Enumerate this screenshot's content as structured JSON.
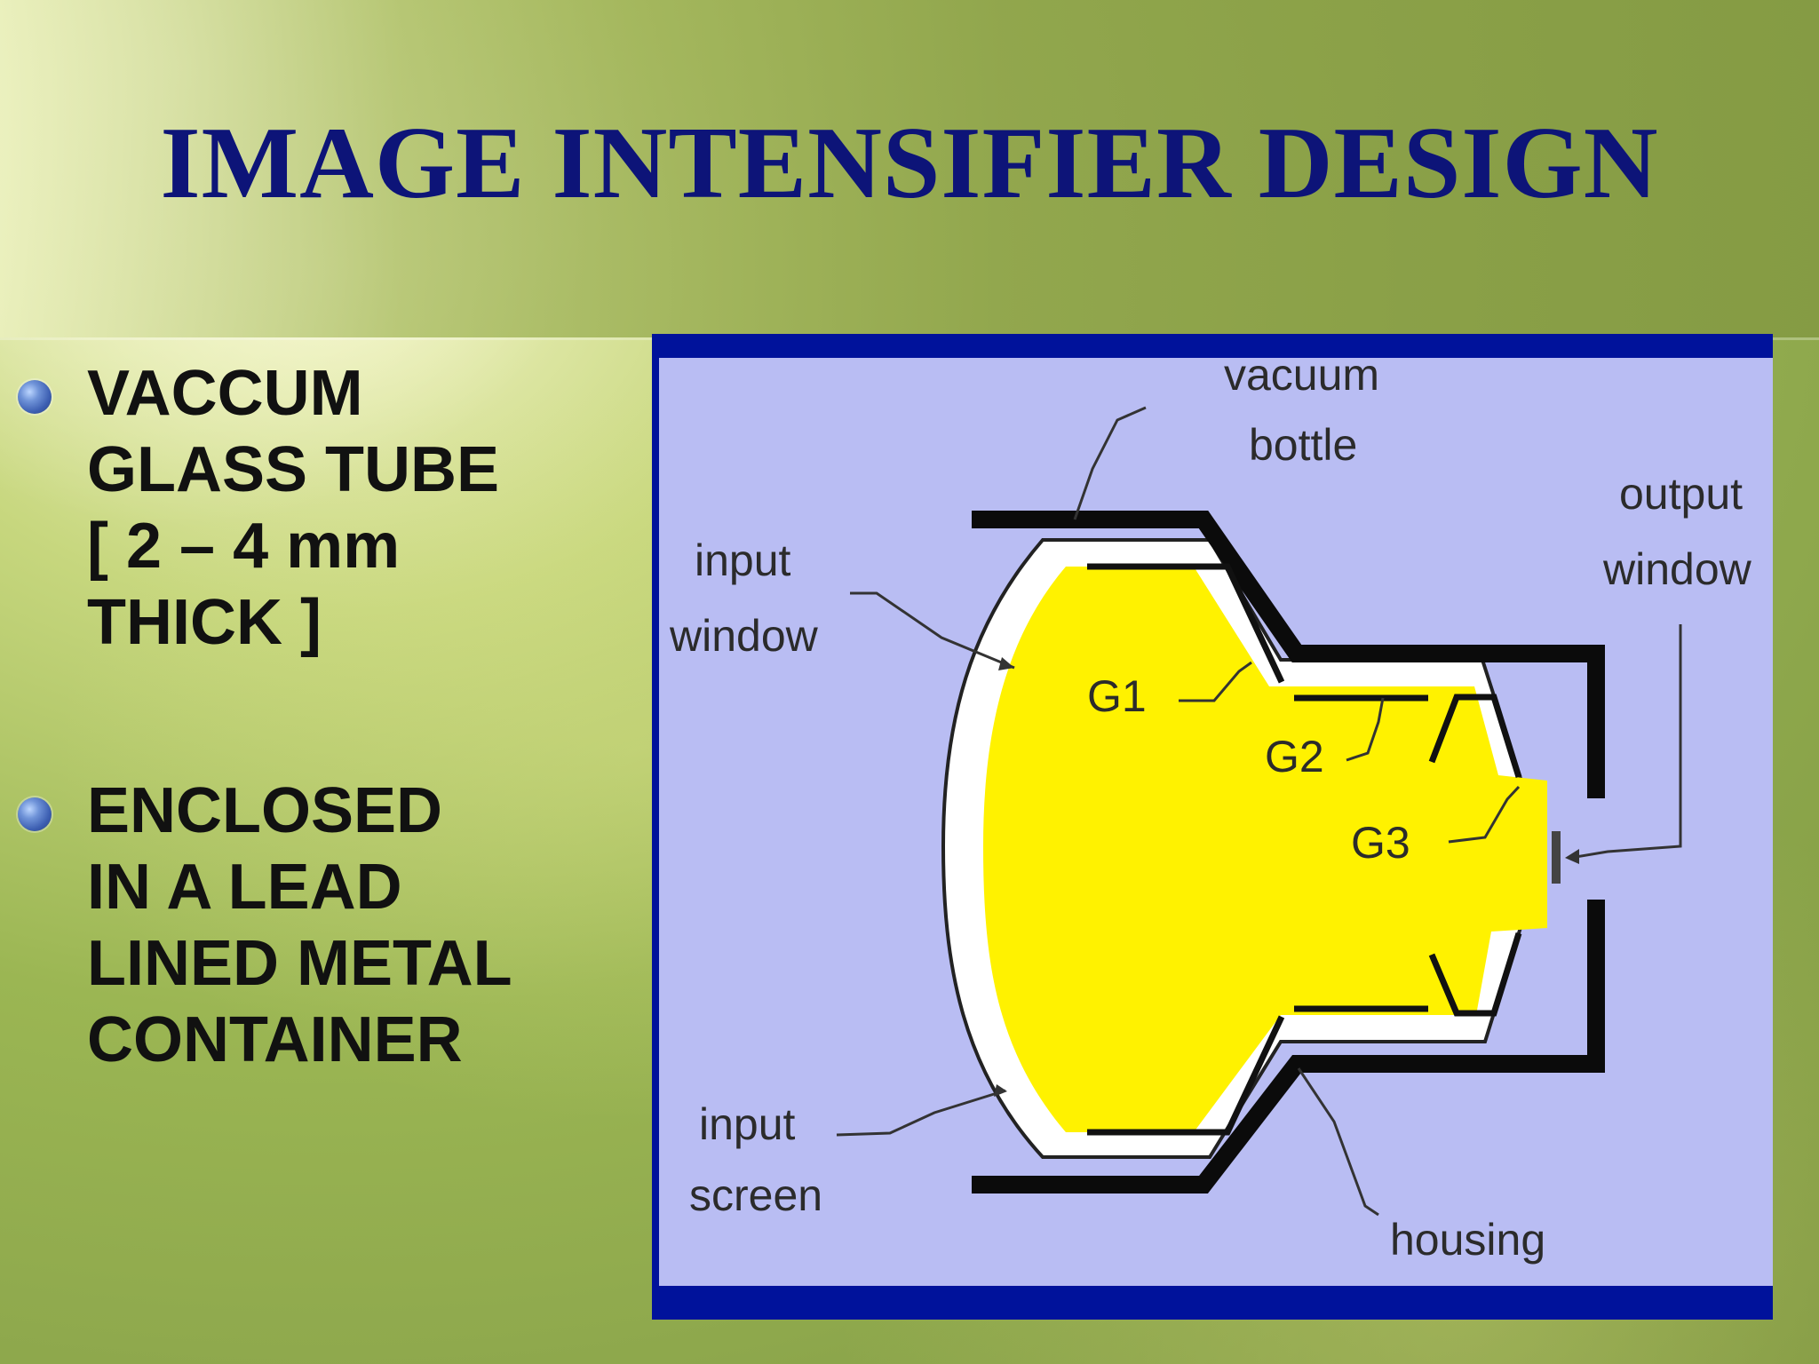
{
  "slide": {
    "title": "IMAGE INTENSIFIER DESIGN"
  },
  "bullets": [
    {
      "text": "VACCUM\nGLASS TUBE\n[ 2 – 4 mm\nTHICK ]"
    },
    {
      "text": " ENCLOSED\nIN A LEAD\nLINED METAL\nCONTAINER"
    }
  ],
  "diagram": {
    "labels": {
      "vacuum": "vacuum",
      "bottle": "bottle",
      "output": "output",
      "window_right": "window",
      "input_top": "input",
      "window_left": "window",
      "g1": "G1",
      "g2": "G2",
      "g3": "G3",
      "input_bottom": "input",
      "screen": "screen",
      "housing": "housing"
    }
  },
  "colors": {
    "title": "#0d1478",
    "bullet_text": "#111111",
    "frame": "#00129b",
    "panel": "#b9bdf3",
    "yellow": "#fff200",
    "housing": "#0b0b0b"
  },
  "icons": {
    "bullet": "blue-orb-bullet"
  }
}
